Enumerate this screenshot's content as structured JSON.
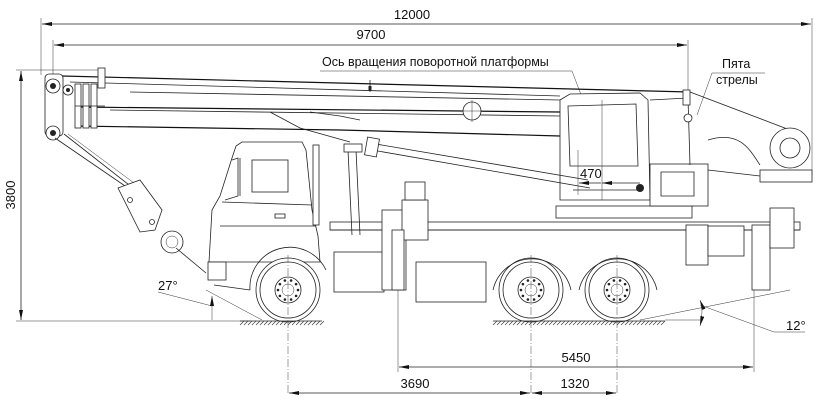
{
  "drawing": {
    "title": "Truck crane side view — overall dimensions",
    "units": "mm",
    "colors": {
      "line": "#222222",
      "background": "#ffffff"
    }
  },
  "dimensions": {
    "overall_length": "12000",
    "boom_length_to_heel": "9700",
    "overall_height": "3800",
    "cab_offset": "470",
    "front_to_rear_axle": "3690",
    "rear_axle_spacing": "1320",
    "axle_to_rear": "5450"
  },
  "angles": {
    "approach_angle": "27°",
    "departure_angle": "12°"
  },
  "labels": {
    "slewing_axis": "Ось вращения поворотной платформы",
    "boom_heel_line1": "Пята",
    "boom_heel_line2": "стрелы"
  }
}
